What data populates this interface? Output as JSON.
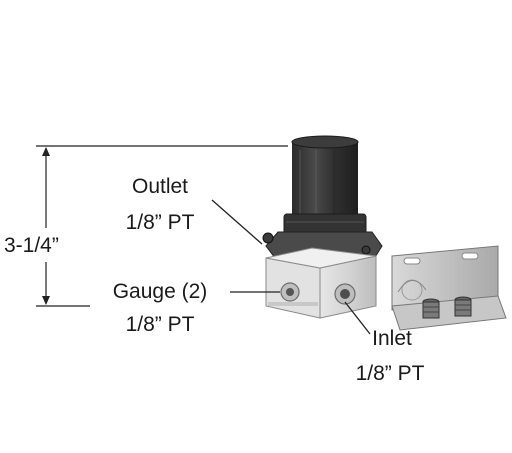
{
  "dimension": {
    "label": "3-1/4”"
  },
  "callouts": {
    "outlet": {
      "name": "Outlet",
      "size": "1/8” PT"
    },
    "gauge": {
      "name": "Gauge (2)",
      "size": "1/8” PT"
    },
    "inlet": {
      "name": "Inlet",
      "size": "1/8” PT"
    }
  }
}
